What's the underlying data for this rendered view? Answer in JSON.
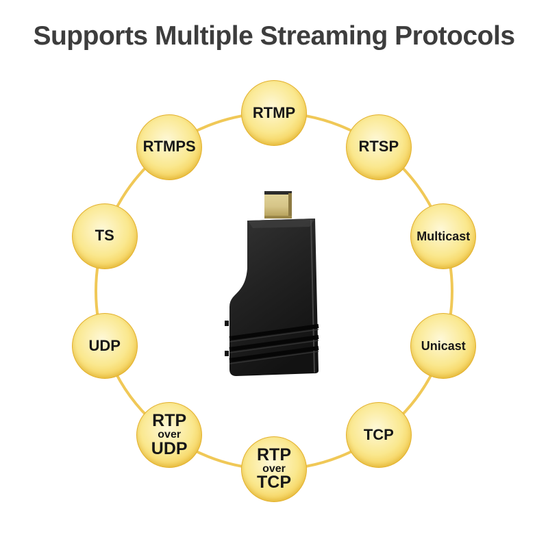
{
  "title": "Supports Multiple Streaming Protocols",
  "colors": {
    "title_text": "#3d3d3d",
    "ring_line": "#F0C857",
    "bubble_center": "#FEF8D8",
    "bubble_mid": "#FAE88F",
    "bubble_edge": "#F2C43C",
    "bubble_border": "#E3B02A",
    "bubble_text": "#171717",
    "device_body": "#232323",
    "device_connector_gold": "#D6C588"
  },
  "diagram": {
    "center_icon": "hdmi-encoder-dongle",
    "protocols": [
      {
        "id": "rtmp",
        "lines": [
          "RTMP"
        ]
      },
      {
        "id": "rtsp",
        "lines": [
          "RTSP"
        ]
      },
      {
        "id": "multicast",
        "lines": [
          "Multicast"
        ]
      },
      {
        "id": "unicast",
        "lines": [
          "Unicast"
        ]
      },
      {
        "id": "tcp",
        "lines": [
          "TCP"
        ]
      },
      {
        "id": "rtp-over-tcp",
        "lines": [
          "RTP",
          "over",
          "TCP"
        ]
      },
      {
        "id": "rtp-over-udp",
        "lines": [
          "RTP",
          "over",
          "UDP"
        ]
      },
      {
        "id": "udp",
        "lines": [
          "UDP"
        ]
      },
      {
        "id": "ts",
        "lines": [
          "TS"
        ]
      },
      {
        "id": "rtmps",
        "lines": [
          "RTMPS"
        ]
      }
    ]
  }
}
